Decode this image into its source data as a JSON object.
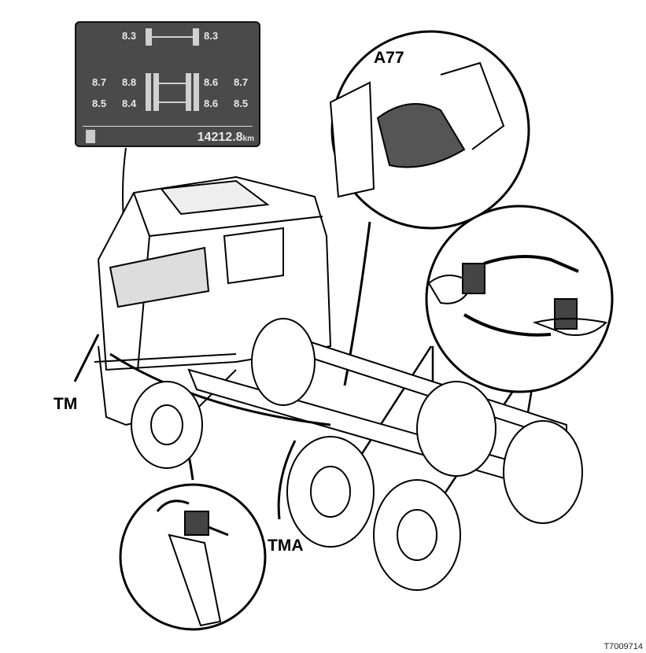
{
  "display": {
    "front_axle": {
      "left": "8.3",
      "right": "8.3"
    },
    "rear_axle_1": {
      "left_outer": "8.7",
      "left_inner": "8.8",
      "right_inner": "8.6",
      "right_outer": "8.7"
    },
    "rear_axle_2": {
      "left_outer": "8.5",
      "left_inner": "8.4",
      "right_inner": "8.6",
      "right_outer": "8.5"
    },
    "odometer": "14212.8",
    "odometer_unit": "km",
    "icon": "document-icon"
  },
  "labels": {
    "a77": "A77",
    "tm": "TM",
    "tma": "TMA"
  },
  "figure_code": "T7009714"
}
